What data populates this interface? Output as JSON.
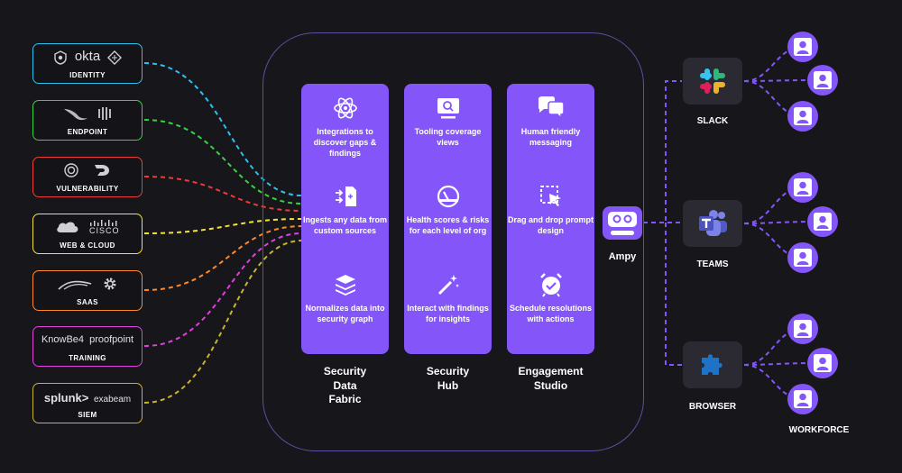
{
  "sources": [
    {
      "id": "identity",
      "category": "IDENTITY",
      "logos": [
        "okta"
      ],
      "color": "#2dc0ee"
    },
    {
      "id": "endpoint",
      "category": "ENDPOINT",
      "logos": [],
      "color": "#35d33f"
    },
    {
      "id": "vulnerability",
      "category": "VULNERABILITY",
      "logos": [],
      "color": "#ee3b3b"
    },
    {
      "id": "webcloud",
      "category": "WEB & CLOUD",
      "logos": [
        "CISCO"
      ],
      "color": "#f4e23a"
    },
    {
      "id": "saas",
      "category": "SAAS",
      "logos": [],
      "color": "#ff8a2b"
    },
    {
      "id": "training",
      "category": "TRAINING",
      "logos": [
        "KnowBe4",
        "proofpoint"
      ],
      "color": "#e23fe0"
    },
    {
      "id": "siem",
      "category": "SIEM",
      "logos": [
        "splunk>",
        "exabeam"
      ],
      "color": "#c8b52a"
    }
  ],
  "columns": [
    {
      "title": "Security Data Fabric",
      "features": [
        {
          "icon": "atom-icon",
          "text": "Integrations to discover gaps & findings"
        },
        {
          "icon": "import-icon",
          "text": "Ingests any data from custom sources"
        },
        {
          "icon": "layers-icon",
          "text": "Normalizes data into security graph"
        }
      ]
    },
    {
      "title": "Security Hub",
      "features": [
        {
          "icon": "monitor-search-icon",
          "text": "Tooling coverage views"
        },
        {
          "icon": "gauge-icon",
          "text": "Health scores & risks for each level of org"
        },
        {
          "icon": "magic-wand-icon",
          "text": "Interact with findings for insights"
        }
      ]
    },
    {
      "title": "Engagement Studio",
      "features": [
        {
          "icon": "chat-bubbles-icon",
          "text": "Human friendly messaging"
        },
        {
          "icon": "drag-select-icon",
          "text": "Drag and drop prompt design"
        },
        {
          "icon": "alarm-clock-icon",
          "text": "Schedule resolutions with actions"
        }
      ]
    }
  ],
  "ampy": {
    "label": "Ampy",
    "icon": "robot-icon"
  },
  "apps": [
    {
      "id": "slack",
      "label": "SLACK",
      "icon": "slack-icon"
    },
    {
      "id": "teams",
      "label": "TEAMS",
      "icon": "teams-icon"
    },
    {
      "id": "browser",
      "label": "BROWSER",
      "icon": "puzzle-icon"
    }
  ],
  "workforce": {
    "label": "WORKFORCE",
    "icon": "user-icon",
    "user_count": 9
  },
  "colors": {
    "accent": "#8456f9",
    "background": "#17161b",
    "hub_border": "#5b4fa3",
    "app_tile": "#2b2a33"
  }
}
